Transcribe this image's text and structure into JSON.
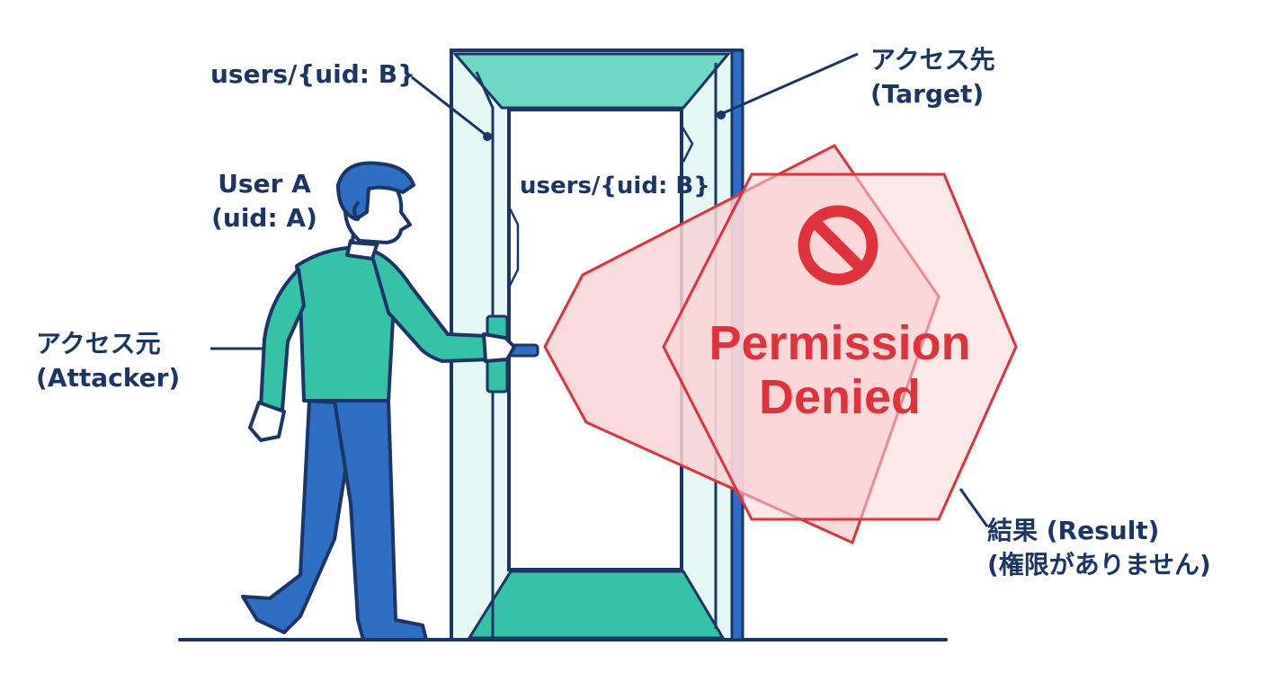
{
  "labels": {
    "path_top": "users/{uid: B}",
    "path_door": "users/{uid: B}",
    "user": {
      "name": "User A",
      "uid": "(uid: A)"
    },
    "source": {
      "jp": "アクセス元",
      "en": "(Attacker)"
    },
    "target": {
      "jp": "アクセス先",
      "en": "(Target)"
    },
    "result": {
      "line1": "結果 (Result)",
      "line2": "(権限がありません)"
    }
  },
  "denied": {
    "line1": "Permission",
    "line2": "Denied"
  },
  "colors": {
    "outline": "#1b3566",
    "teal": "#35c2a6",
    "teal_light": "#e4f7f2",
    "blue": "#2e6ec3",
    "denied_red": "#e0323c",
    "denied_fill": "#f9d5d7"
  },
  "icons": {
    "denied": "prohibited-icon"
  }
}
